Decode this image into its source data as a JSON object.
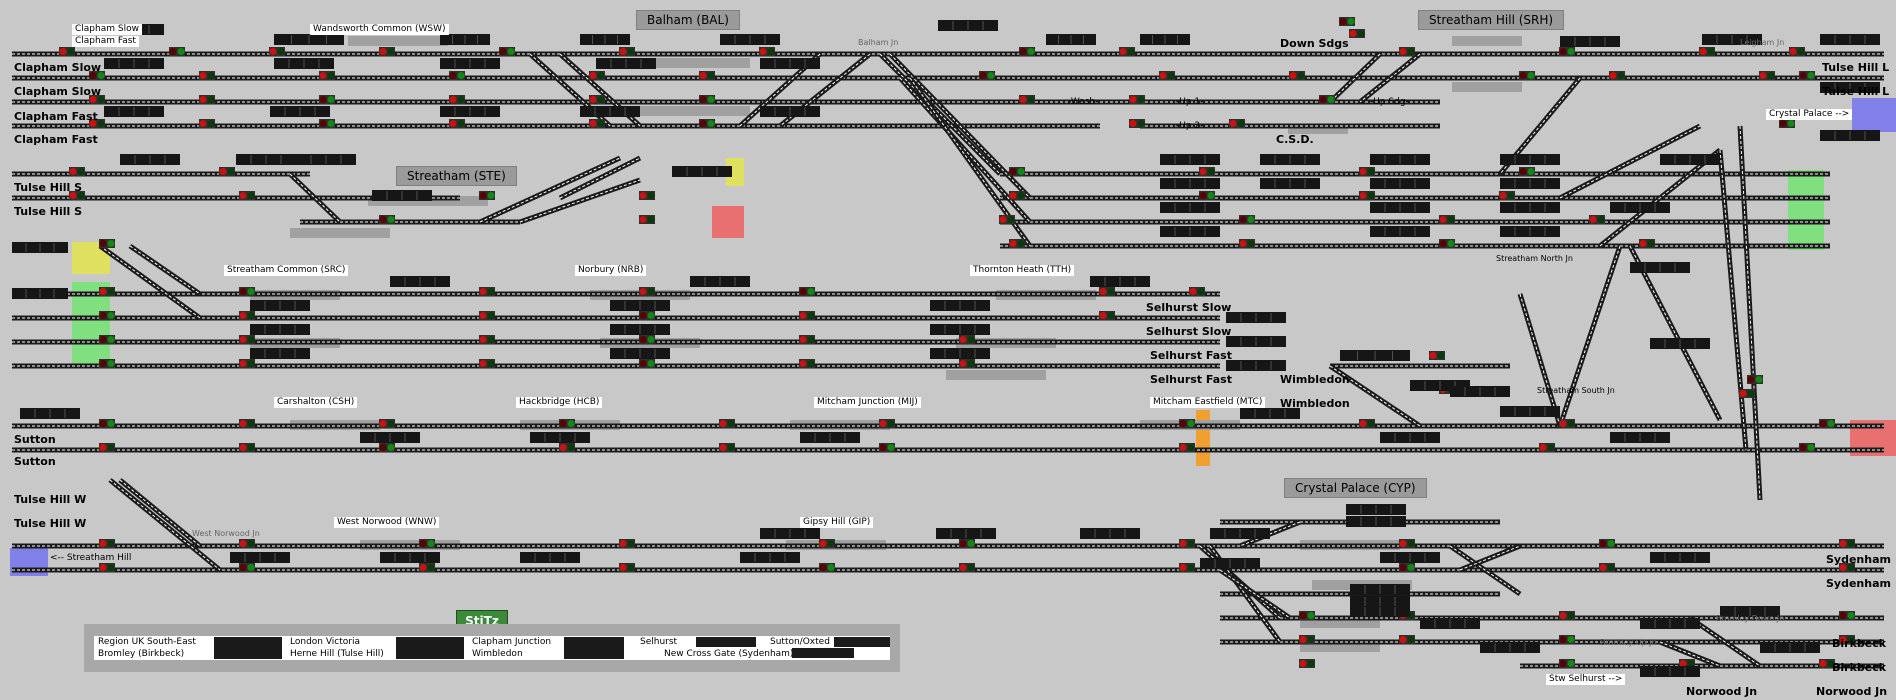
{
  "app": {
    "name": "StiTz"
  },
  "colors": {
    "background": "#c8c8c8",
    "track": "#1a1a1a",
    "track_inner": "#ffffff",
    "signal_red": "#cc1111",
    "signal_green": "#118811",
    "describer": "#161616",
    "platform": "#a0a0a0",
    "fringe_yellow": "#e0e060",
    "fringe_green": "#80e080",
    "fringe_red": "#e87070",
    "fringe_blue": "#8080e8",
    "fringe_orange": "#f0a030"
  },
  "stations": {
    "balham": "Balham (BAL)",
    "streatham_hill": "Streatham Hill (SRH)",
    "streatham": "Streatham (STE)",
    "crystal_palace": "Crystal Palace (CYP)",
    "wandsworth_common": "Wandsworth Common (WSW)",
    "streatham_common": "Streatham Common (SRC)",
    "norbury": "Norbury (NRB)",
    "thornton_heath": "Thornton Heath (TTH)",
    "carshalton": "Carshalton (CSH)",
    "hackbridge": "Hackbridge (HCB)",
    "mitcham_junction": "Mitcham Junction (MIJ)",
    "mitcham_eastfield": "Mitcham Eastfield (MTC)",
    "west_norwood": "West Norwood (WNW)",
    "gipsy_hill": "Gipsy Hill (GIP)"
  },
  "junctions": {
    "balham_jn": "Balham Jn",
    "leigham_jn": "Leigham Jn",
    "streatham_north_jn": "Streatham North Jn",
    "streatham_south_jn": "Streatham South Jn",
    "west_norwood_jn": "West Norwood Jn",
    "bromley_down_jn": "Bromley Down Jn",
    "bromley_up_jn": "Bromley Up Jn"
  },
  "terminals": {
    "clapham_slow_top": "Clapham Slow",
    "clapham_fast_top": "Clapham Fast",
    "clapham_slow_1": "Clapham Slow",
    "clapham_slow_2": "Clapham Slow",
    "clapham_fast_1": "Clapham Fast",
    "clapham_fast_2": "Clapham Fast",
    "tulse_hill_s_1": "Tulse Hill S",
    "tulse_hill_s_2": "Tulse Hill S",
    "down_sdgs": "Down Sdgs",
    "csd": "C.S.D.",
    "tulse_hill_l_1": "Tulse Hill L",
    "tulse_hill_l_2": "Tulse Hill L",
    "crystal_palace_arrow": "Crystal Palace -->",
    "selhurst_slow_1": "Selhurst Slow",
    "selhurst_slow_2": "Selhurst Slow",
    "selhurst_fast_1": "Selhurst Fast",
    "selhurst_fast_2": "Selhurst Fast",
    "wimbledon_1": "Wimbledon",
    "wimbledon_2": "Wimbledon",
    "sutton_1": "Sutton",
    "sutton_2": "Sutton",
    "tulse_hill_w_1": "Tulse Hill W",
    "tulse_hill_w_2": "Tulse Hill W",
    "streatham_hill_arrow": "<-- Streatham Hill",
    "sydenham_1": "Sydenham",
    "sydenham_2": "Sydenham",
    "birkbeck_1": "Birkbeck",
    "birkbeck_2": "Birkbeck",
    "stw_selhurst": "Stw Selhurst -->",
    "norwood_jn_1": "Norwood Jn",
    "norwood_jn_2": "Norwood Jn"
  },
  "line_labels": {
    "up_1": "-Up 1-",
    "up_2": "-Up 2-",
    "up_sdg": "-Up Sdg-",
    "wash": "-Wash-"
  },
  "legend": {
    "region": "Region UK South-East",
    "bromley": "Bromley (Birkbeck)",
    "london_victoria": "London Victoria",
    "herne_hill": "Herne Hill (Tulse Hill)",
    "clapham_junction": "Clapham Junction",
    "wimbledon": "Wimbledon",
    "selhurst": "Selhurst",
    "new_cross_gate": "New Cross Gate (Sydenham)",
    "sutton_oxted": "Sutton/Oxted"
  }
}
